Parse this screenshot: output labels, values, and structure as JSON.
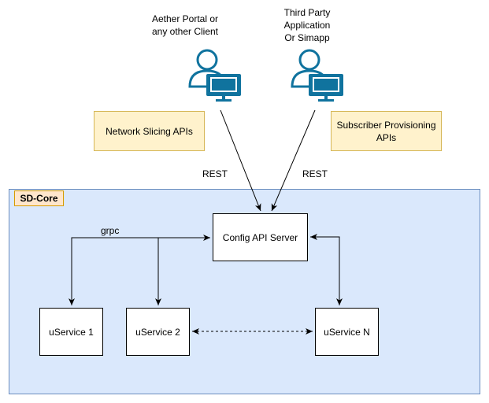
{
  "clients": {
    "left": {
      "label": "Aether Portal or\nany other Client",
      "icon": "user-computer-icon"
    },
    "right": {
      "label": "Third Party\nApplication\nOr Simapp",
      "icon": "user-computer-icon"
    }
  },
  "notes": {
    "network_slicing": "Network Slicing APIs",
    "subscriber_provisioning": "Subscriber Provisioning\nAPIs"
  },
  "edges": {
    "rest_left": "REST",
    "rest_right": "REST",
    "grpc": "grpc"
  },
  "container": {
    "title": "SD-Core"
  },
  "nodes": {
    "config_api_server": "Config API Server",
    "uservice_1": "uService 1",
    "uservice_2": "uService 2",
    "uservice_n": "uService N"
  },
  "colors": {
    "container_fill": "#dae8fc",
    "container_border": "#6c8ebf",
    "title_fill": "#ffe6cc",
    "title_border": "#d79b00",
    "note_fill": "#fff2cc",
    "note_border": "#d6b656",
    "icon_blue": "#10739e"
  }
}
